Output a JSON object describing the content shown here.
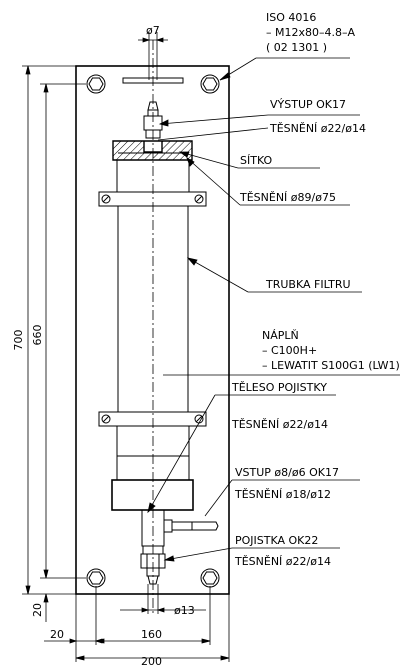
{
  "labels": {
    "iso_1": "ISO 4016",
    "iso_2": "– M12x80–4.8–A",
    "iso_3": "( 02 1301 )",
    "vystup": "VÝSTUP OK17",
    "tesneni_top": "TĚSNĚNÍ ø22/ø14",
    "sitko": "SÍTKO",
    "tesneni_89": "TĚSNĚNÍ ø89/ø75",
    "trubka": "TRUBKA FILTRU",
    "napln": "NÁPLŇ",
    "napln_1": "– C100H+",
    "napln_2": "– LEWATIT S100G1 (LW1)",
    "teleso": "TĚLESO POJISTKY",
    "tesneni_mid": "TĚSNĚNÍ ø22/ø14",
    "vstup": "VSTUP ø8/ø6 OK17",
    "tesneni_18": "TĚSNĚNÍ ø18/ø12",
    "pojistka": "POJISTKA OK22",
    "tesneni_bot": "TĚSNĚNÍ ø22/ø14"
  },
  "dimensions": {
    "d7": "ø7",
    "h700": "700",
    "h660": "660",
    "d13": "ø13",
    "b20": "20",
    "l20": "20",
    "w160": "160",
    "w200": "200"
  }
}
